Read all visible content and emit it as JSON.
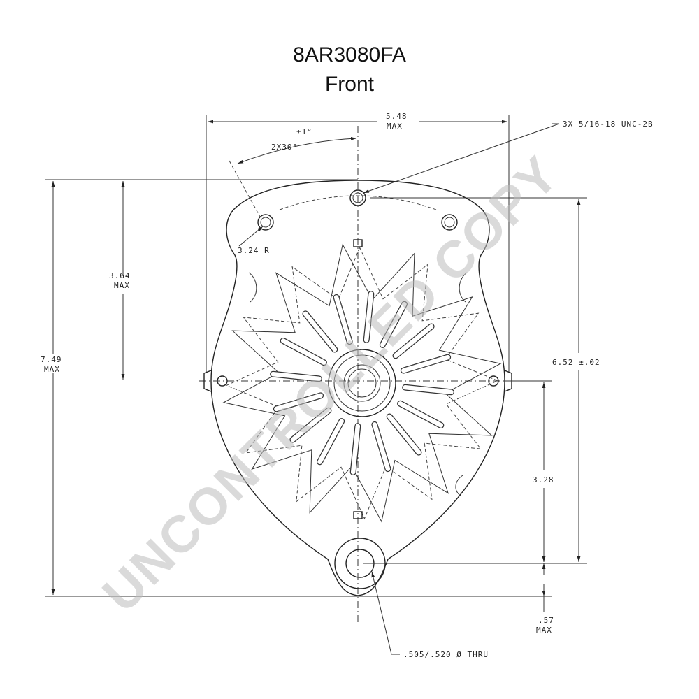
{
  "title": {
    "part_number": "8AR3080FA",
    "view": "Front"
  },
  "dimensions": {
    "width_max": "5.48",
    "width_max_note": "MAX",
    "angle_tol": "±1°",
    "angle": "2X30°",
    "thread_callout": "3X 5/16-18 UNC-2B",
    "radius": "3.24 R",
    "upper_height": "3.64",
    "upper_height_note": "MAX",
    "overall_height": "7.49",
    "overall_height_note": "MAX",
    "mount_spacing": "6.52 ±.02",
    "lower_height": "3.28",
    "bottom_offset": ".57",
    "bottom_offset_note": "MAX",
    "hole_callout": ".505/.520 Ø THRU"
  },
  "watermark": "UNCONTROLLED COPY"
}
